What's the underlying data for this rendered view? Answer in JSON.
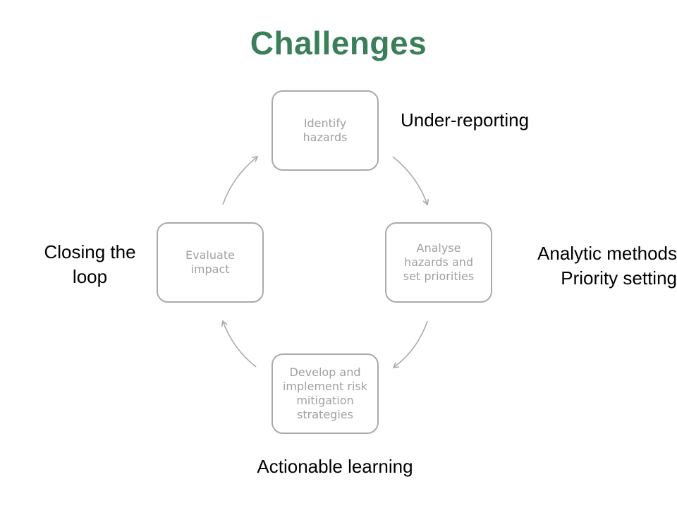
{
  "title": "Challenges",
  "cycle": {
    "steps": [
      {
        "label": "Identify\nhazards"
      },
      {
        "label": "Analyse\nhazards and\nset priorities"
      },
      {
        "label": "Develop and\nimplement risk\nmitigation\nstrategies"
      },
      {
        "label": "Evaluate\nimpact"
      }
    ]
  },
  "challenges": {
    "identify": "Under-reporting",
    "analyse": "Analytic methods\nPriority setting",
    "develop": "Actionable learning",
    "evaluate": "Closing the\nloop"
  },
  "colors": {
    "title": "#3a7f5a",
    "box_border": "#aaaaaa",
    "box_text": "#a0a0a0",
    "arrow": "#aaaaaa"
  }
}
